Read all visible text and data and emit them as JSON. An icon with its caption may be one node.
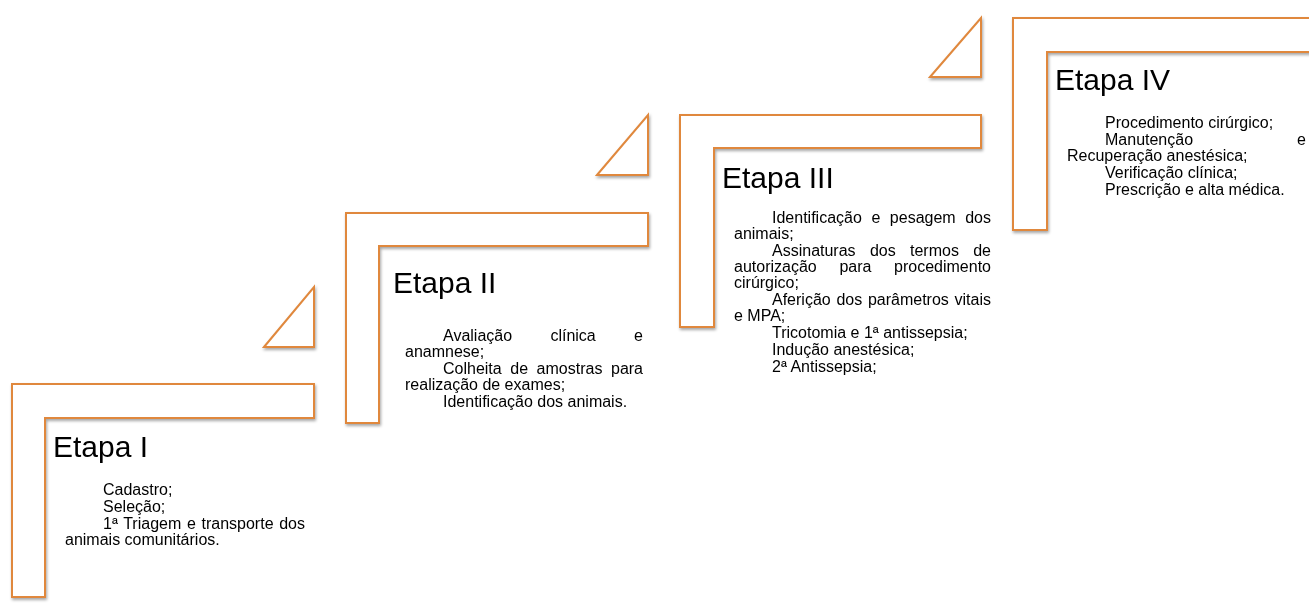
{
  "diagram": {
    "nodes": [
      {
        "text": [
          "Etapa I",
          "Cadastro;",
          "Seleção;",
          "1ª Triagem e transporte dos animais comunitários."
        ]
      },
      {
        "text": [
          "Etapa II",
          "Avaliação clínica e anamnese;",
          "Colheita de amostras para realização de exames;",
          "Identificação dos animais."
        ]
      },
      {
        "text": [
          "Etapa III",
          "Identificação e pesagem dos animais;",
          "Assinaturas dos termos de autorização para procedimento cirúrgico;",
          "Aferição dos parâmetros vitais e MPA;",
          "Tricotomia e 1ª antissepsia;",
          "Indução anestésica;",
          "2ª Antissepsia;"
        ]
      },
      {
        "text": [
          "Etapa IV",
          "Procedimento cirúrgico;",
          "Manutenção e Recuperação anestésica;",
          "Verificação clínica;",
          "Prescrição e alta médica."
        ]
      }
    ]
  }
}
